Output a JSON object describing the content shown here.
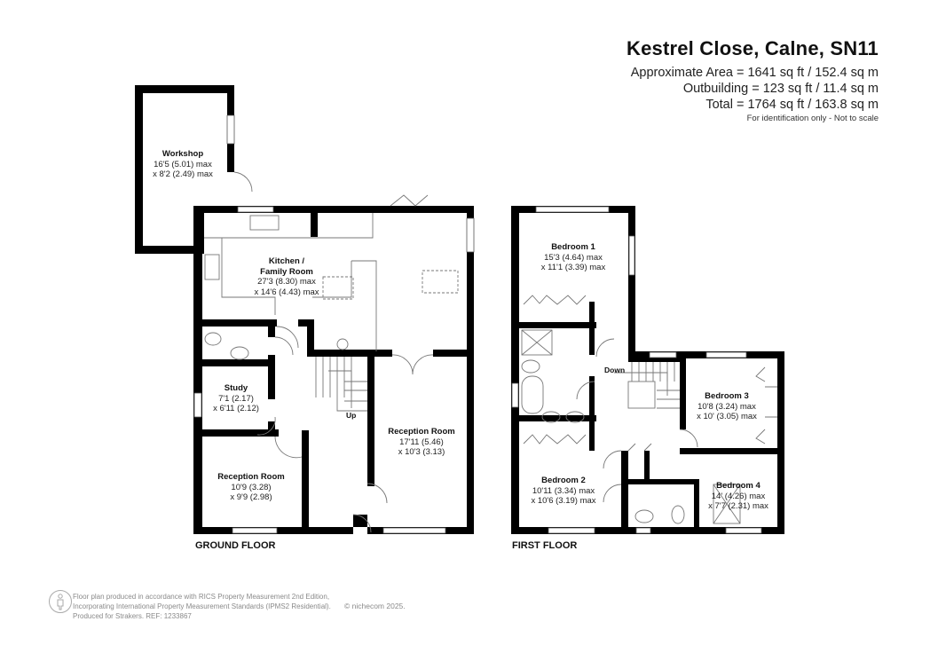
{
  "header": {
    "title": "Kestrel Close, Calne, SN11",
    "approx_area": "Approximate Area = 1641 sq ft / 152.4 sq m",
    "outbuilding": "Outbuilding = 123 sq ft / 11.4 sq m",
    "total": "Total = 1764 sq ft / 163.8 sq m",
    "note": "For identification only - Not to scale"
  },
  "ground_floor": {
    "label": "GROUND FLOOR",
    "stairs": "Up",
    "rooms": [
      {
        "name": "Workshop",
        "dim1": "16'5 (5.01) max",
        "dim2": "x 8'2 (2.49) max"
      },
      {
        "name": "Kitchen /",
        "name2": "Family Room",
        "dim1": "27'3 (8.30) max",
        "dim2": "x 14'6 (4.43) max"
      },
      {
        "name": "Study",
        "dim1": "7'1 (2.17)",
        "dim2": "x 6'11 (2.12)"
      },
      {
        "name": "Reception Room",
        "dim1": "10'9 (3.28)",
        "dim2": "x 9'9 (2.98)"
      },
      {
        "name": "Reception Room",
        "dim1": "17'11 (5.46)",
        "dim2": "x 10'3 (3.13)"
      }
    ]
  },
  "first_floor": {
    "label": "FIRST FLOOR",
    "stairs": "Down",
    "rooms": [
      {
        "name": "Bedroom 1",
        "dim1": "15'3 (4.64) max",
        "dim2": "x 11'1 (3.39) max"
      },
      {
        "name": "Bedroom 3",
        "dim1": "10'8 (3.24) max",
        "dim2": "x 10' (3.05) max"
      },
      {
        "name": "Bedroom 2",
        "dim1": "10'11 (3.34) max",
        "dim2": "x 10'6 (3.19) max"
      },
      {
        "name": "Bedroom 4",
        "dim1": "14' (4.26) max",
        "dim2": "x 7'7 (2.31) max"
      }
    ]
  },
  "footer": {
    "line1": "Floor plan produced in accordance with RICS Property Measurement 2nd Edition,",
    "line2": "Incorporating International Property Measurement Standards (IPMS2 Residential).",
    "line3": "Produced for Strakers.   REF: 1233867",
    "copyright": "© nichecom 2025."
  },
  "colors": {
    "wall": "#000000",
    "fixture": "#888888",
    "footer_text": "#8a8a8a"
  }
}
